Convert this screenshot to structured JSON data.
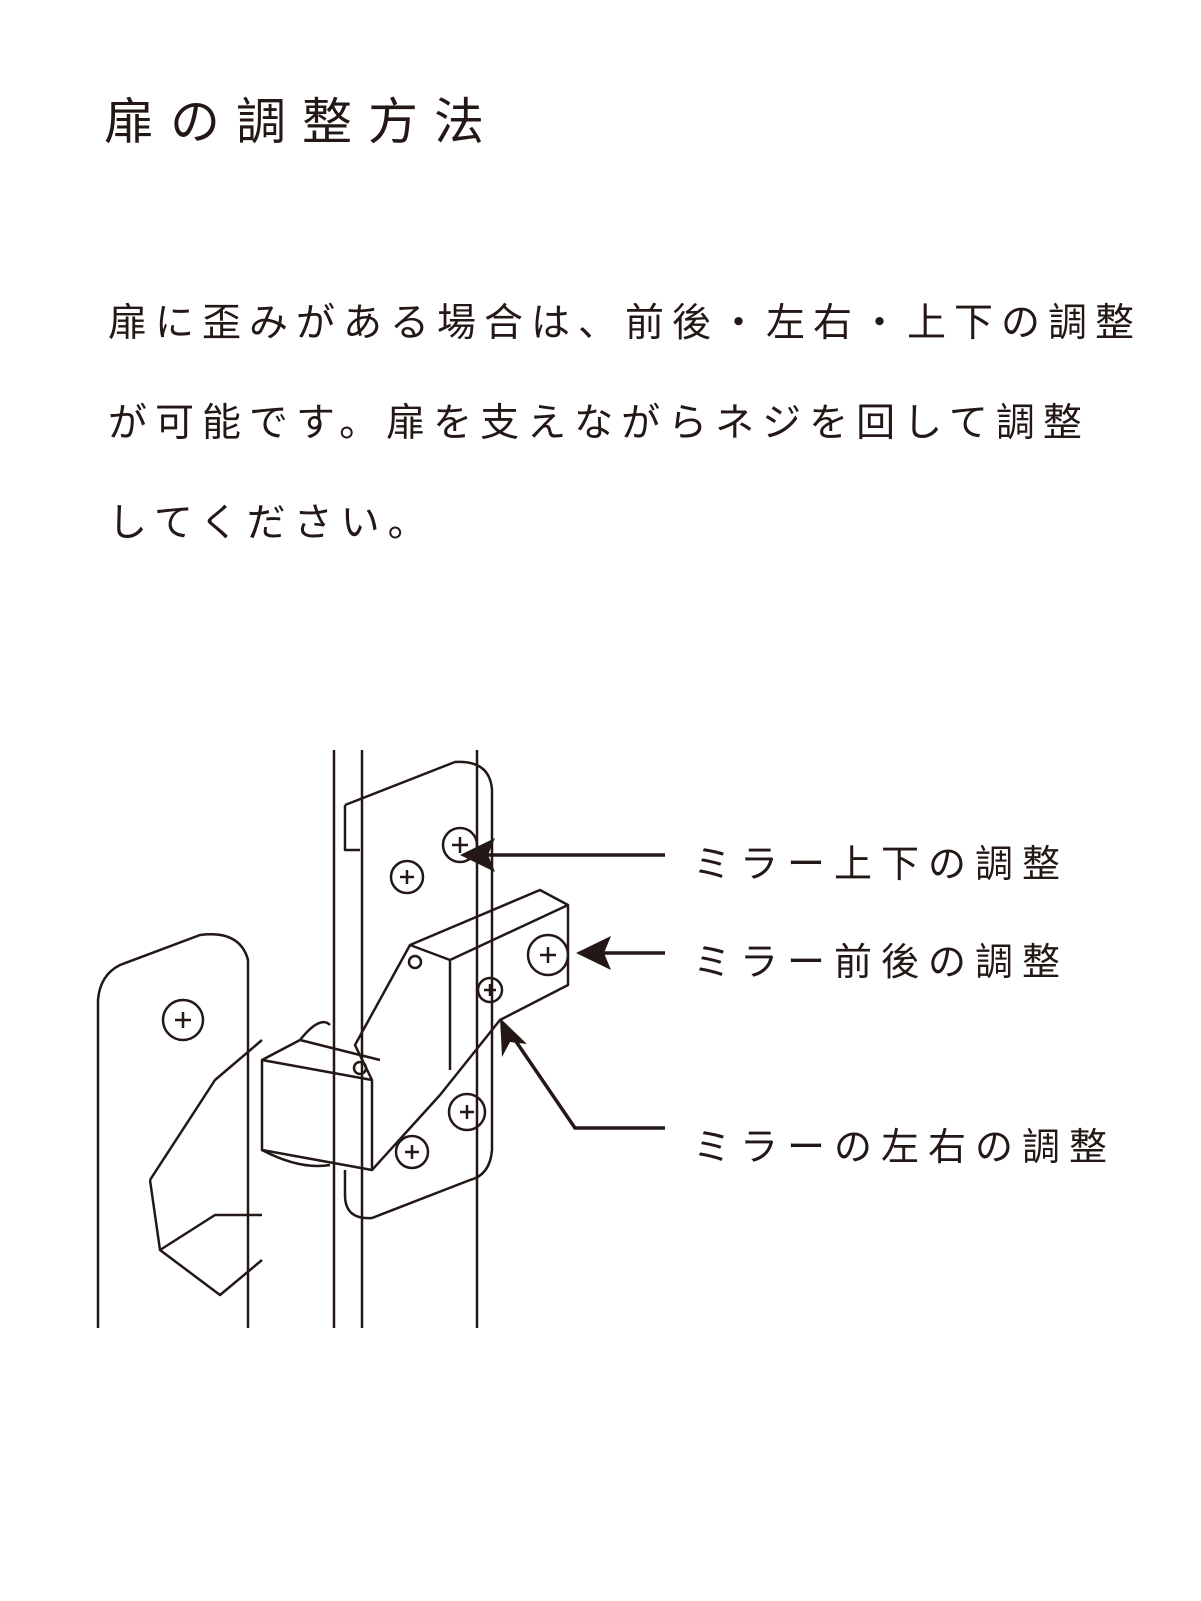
{
  "title": "扉の調整方法",
  "body": {
    "lines": [
      "扉に歪みがある場合は、前後・左右・上下の調整",
      "が可能です。扉を支えながらネジを回して調整",
      "してください。"
    ]
  },
  "diagram": {
    "labels": {
      "vertical": "ミラー上下の調整",
      "depth": "ミラー前後の調整",
      "lateral": "ミラーの左右の調整"
    },
    "line_color": "#231815"
  }
}
